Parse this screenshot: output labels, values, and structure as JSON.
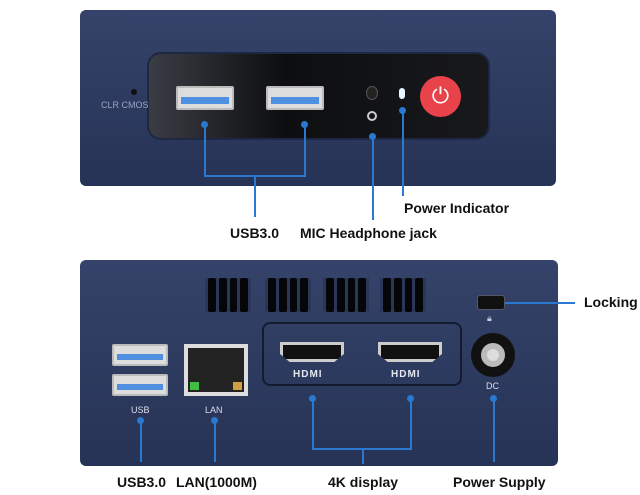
{
  "front": {
    "clr_cmos": "CLR CMOS",
    "labels": {
      "usb": "USB3.0",
      "mic": "MIC Headphone jack",
      "power_indicator": "Power Indicator"
    }
  },
  "back": {
    "usb_port_label": "USB",
    "lan_port_label": "LAN",
    "hdmi1": "HDMI",
    "hdmi2": "HDMI",
    "dc": "DC",
    "labels": {
      "locking": "Locking",
      "usb": "USB3.0",
      "lan": "LAN(1000M)",
      "display": "4K display",
      "power": "Power Supply"
    }
  },
  "colors": {
    "accent": "#2a78d0",
    "power_button": "#e8424a",
    "chassis": "#2d3a5c"
  }
}
